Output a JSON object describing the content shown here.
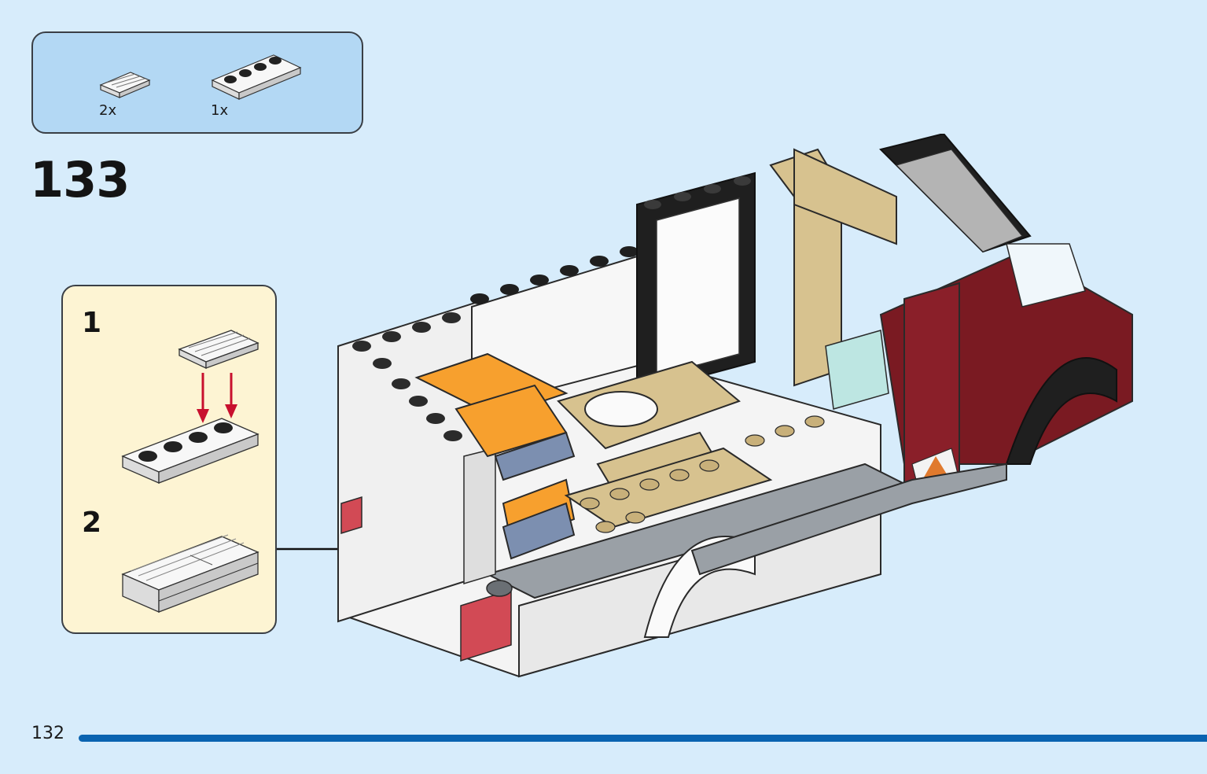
{
  "parts": [
    {
      "name": "grille-plate-1x2",
      "count": "2x"
    },
    {
      "name": "plate-1x4",
      "count": "1x"
    }
  ],
  "step_number": "133",
  "sub_steps": [
    {
      "label": "1"
    },
    {
      "label": "2"
    }
  ],
  "page_number": "132",
  "colors": {
    "page_background": "#d7ecfb",
    "parts_box": "#b3d8f4",
    "sub_box": "#fdf4d3",
    "footer_bar": "#0a63b0",
    "arrow_red": "#c8102e",
    "brick_dark_red": "#7a1a22",
    "brick_tan": "#d7c28f",
    "brick_orange": "#f7a02e",
    "brick_white": "#f4f4f4",
    "brick_gray": "#9aa0a6",
    "brick_black": "#1f1f1f"
  },
  "icons": [
    "grille-plate-icon",
    "plate-1x4-icon",
    "arrow-down-icon",
    "callout-arrow-icon",
    "camper-van-model-icon"
  ]
}
